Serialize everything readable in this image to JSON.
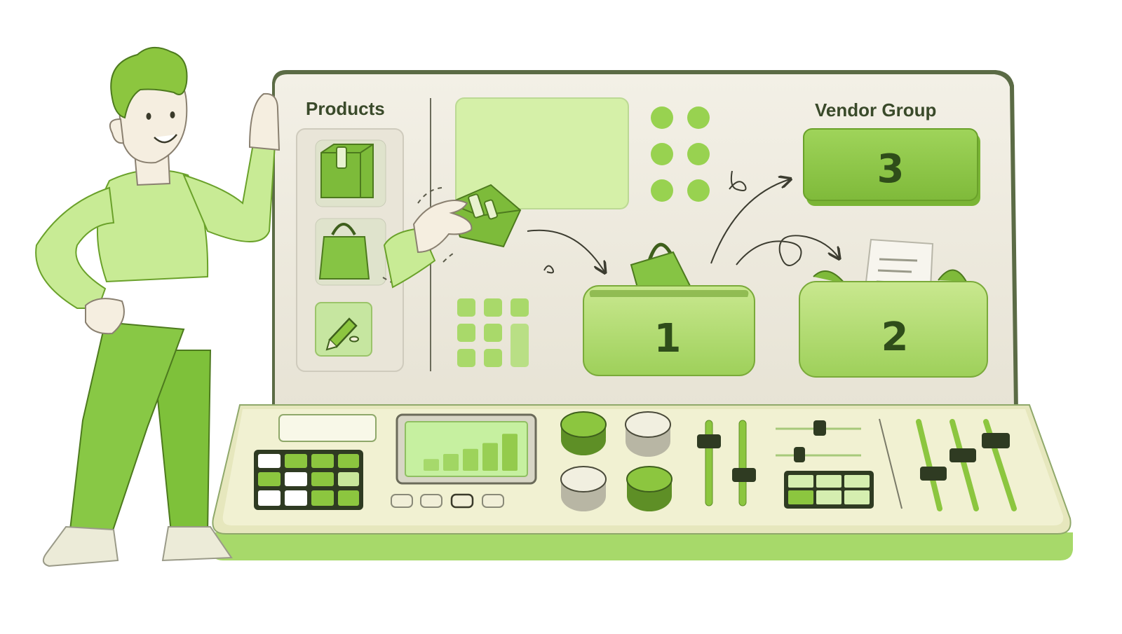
{
  "board": {
    "products_title": "Products",
    "vendor_group_title": "Vendor Group",
    "group_1": "1",
    "group_2": "2",
    "group_3": "3"
  },
  "product_icons": [
    "box-icon",
    "shopping-bag-icon",
    "edit-tag-icon"
  ],
  "chart_bars": [
    0.28,
    0.4,
    0.52,
    0.66,
    0.88
  ],
  "colors": {
    "primary_green": "#8cc63f",
    "dark_green": "#6aa12a",
    "light_green": "#d7f0a8",
    "panel_cream": "#eeeadf",
    "console_cream": "#f1f1d2",
    "outline": "#5b6b45"
  }
}
